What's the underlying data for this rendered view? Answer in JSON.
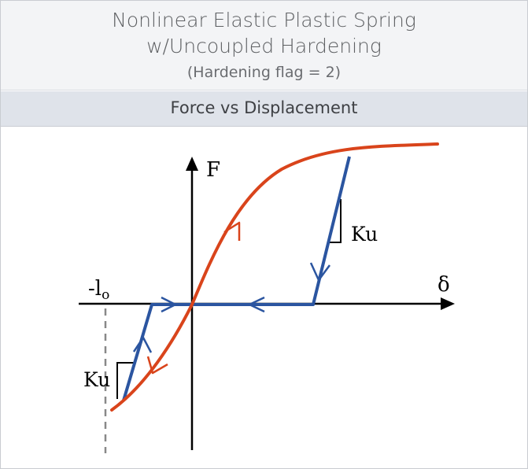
{
  "title": {
    "line1": "Nonlinear Elastic Plastic Spring",
    "line2": "w/Uncoupled Hardening",
    "line3": "(Hardening flag = 2)"
  },
  "subtitle": "Force vs Displacement",
  "diagram": {
    "y_axis_label": "F",
    "x_axis_label": "δ",
    "neg_limit_label": "-l",
    "neg_limit_subscript": "o",
    "stiffness_label_upper": "Ku",
    "stiffness_label_lower": "Ku",
    "colors": {
      "loading_curve": "#d9441b",
      "unloading_path": "#2b55a0",
      "axes": "#000000",
      "limit_line": "#888888"
    }
  }
}
